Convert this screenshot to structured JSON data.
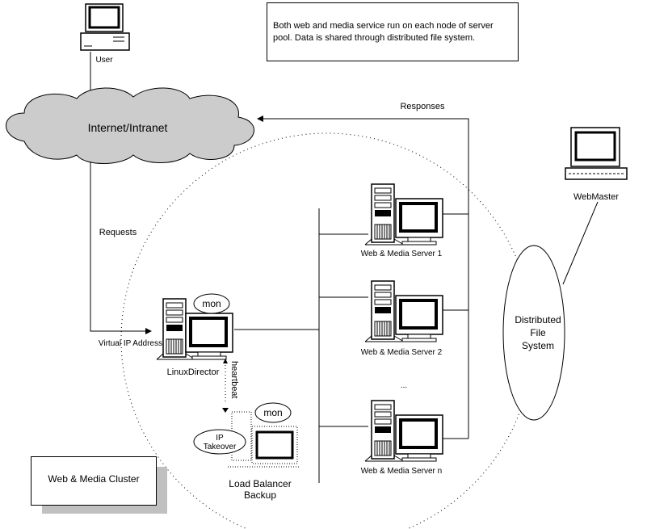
{
  "note": {
    "line1": "Both web and media service run on each node of server",
    "line2": "pool. Data is shared through distributed file system."
  },
  "user": {
    "label": "User"
  },
  "internet": {
    "label": "Internet/Intranet"
  },
  "edges": {
    "responses": "Responses",
    "requests": "Requests",
    "virtual_ip": "Virtual IP Address",
    "heartbeat": "heartbeat"
  },
  "director": {
    "label": "LinuxDirector",
    "monitor": "mon"
  },
  "backup": {
    "line1": "Load Balancer",
    "line2": "Backup",
    "monitor": "mon",
    "takeover1": "IP",
    "takeover2": "Takeover"
  },
  "servers": [
    {
      "label": "Web & Media Server 1"
    },
    {
      "label": "Web & Media Server 2"
    },
    {
      "label": "Web & Media Server n"
    }
  ],
  "ellipsis": "...",
  "dfs": {
    "line1": "Distributed",
    "line2": "File",
    "line3": "System"
  },
  "webmaster": {
    "label": "WebMaster"
  },
  "cluster": {
    "label": "Web & Media Cluster"
  },
  "colors": {
    "line": "#000000",
    "cloud": "#cccccc",
    "shadow": "#c0c0c0"
  }
}
